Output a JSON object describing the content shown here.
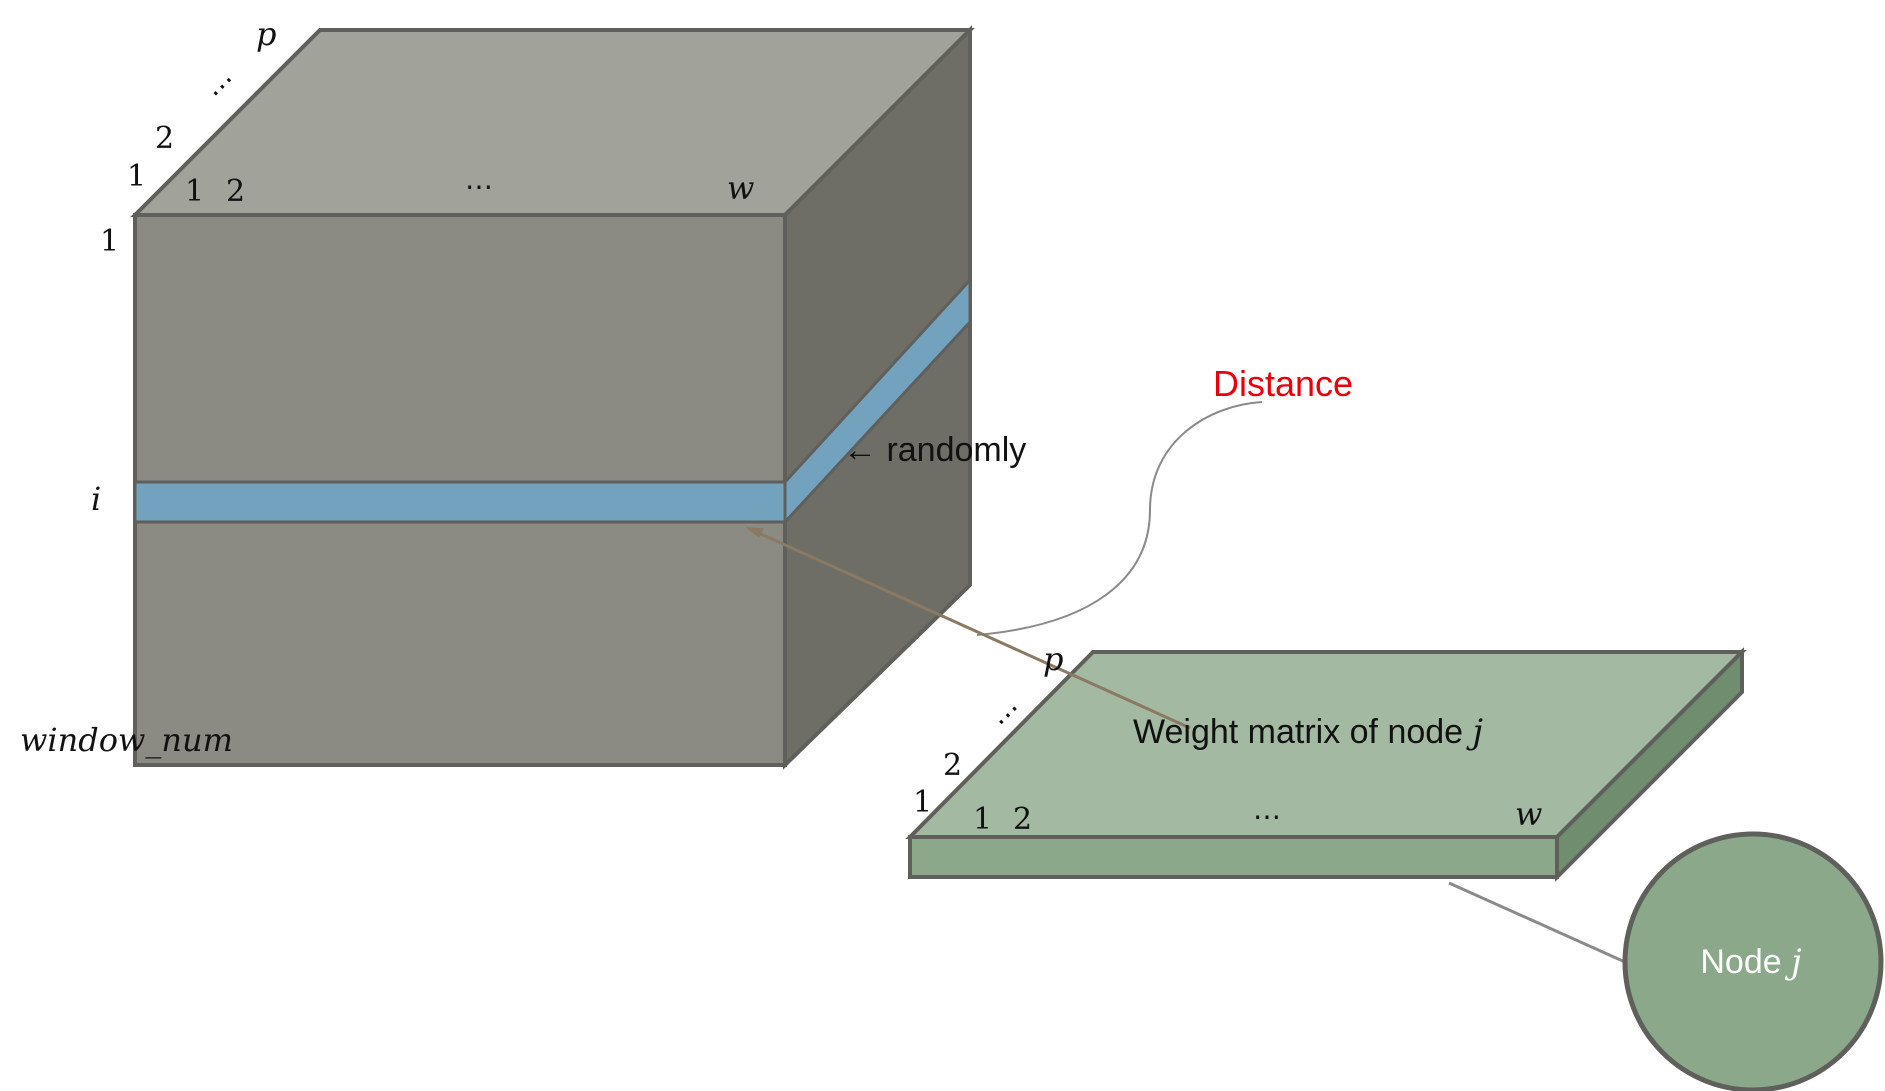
{
  "cube": {
    "depth_label": "p",
    "depth_dots": "⋯",
    "depth_tick_1": "1",
    "depth_tick_2": "2",
    "width_tick_1": "1",
    "width_tick_2": "2",
    "width_dots": "⋯",
    "width_label": "w",
    "row_tick_1": "1",
    "row_label_i": "i",
    "row_label_last": "window_num",
    "randomly_label": "← randomly"
  },
  "distance_label": "Distance",
  "plate": {
    "depth_label": "p",
    "depth_dots": "⋯",
    "depth_tick_1": "1",
    "depth_tick_2": "2",
    "width_tick_1": "1",
    "width_tick_2": "2",
    "width_dots": "⋯",
    "width_label": "w",
    "title_prefix": "Weight matrix of node ",
    "title_var": "j"
  },
  "node": {
    "label_prefix": "Node ",
    "label_var": "j"
  },
  "colors": {
    "cube_front": "#8b8b83",
    "cube_top": "#a1a29a",
    "cube_side": "#6e6e67",
    "slice": "#73a2bf",
    "plate_top": "#a3b9a2",
    "plate_front": "#8ca88b",
    "plate_side": "#718d70",
    "node_fill": "#8ca88b",
    "edge": "#5f5f5b",
    "arrow": "#8b7a63",
    "distance": "#e8000b"
  }
}
